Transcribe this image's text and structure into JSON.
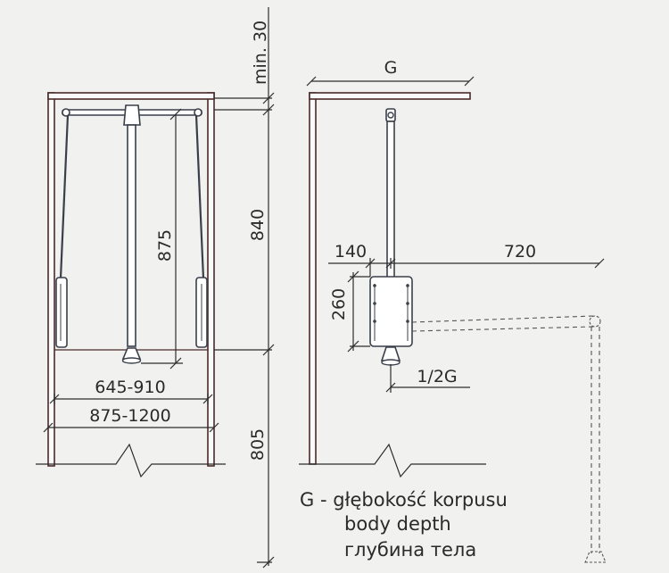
{
  "labels": {
    "min_gap": "min. 30",
    "lift_height": "875",
    "rail_height": "840",
    "inner_width": "645-910",
    "outer_width": "875-1200",
    "floor_height": "805",
    "depth": "G",
    "basket_width": "140",
    "basket_height": "260",
    "reach": "720",
    "half_depth": "1/2G"
  },
  "legend": {
    "line1": "G - głębokość korpusu",
    "line2": "body depth",
    "line3": "глубина тела"
  },
  "colors": {
    "background": "#f1f1ef",
    "cabinet_edge": "#4a2a28",
    "mechanism": "#3a3f4a",
    "line": "#2d2d2d"
  }
}
